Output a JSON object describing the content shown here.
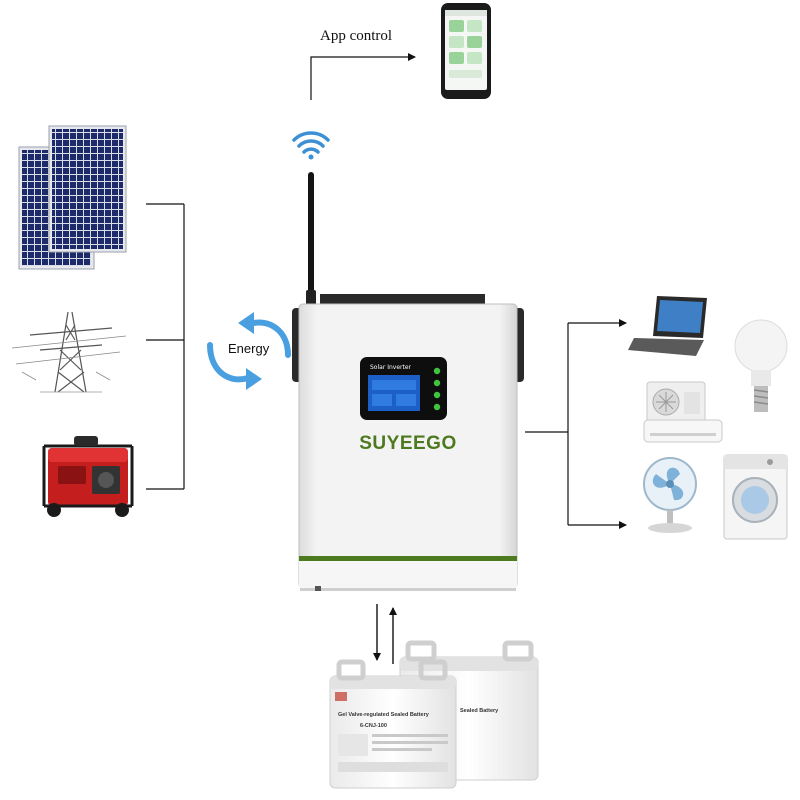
{
  "labels": {
    "app_control": "App control",
    "energy": "Energy",
    "brand": "SUYEEGO",
    "screen_title": "Solar Inverter",
    "battery_label": "Gel Valve-regulated Sealed Battery",
    "battery_model": "6-CNJ-100",
    "battery_label_back": "Sealed Battery"
  },
  "sources": [
    {
      "name": "solar-panels",
      "icon": "solar-panel-icon"
    },
    {
      "name": "power-grid",
      "icon": "transmission-tower-icon"
    },
    {
      "name": "generator",
      "icon": "generator-icon"
    }
  ],
  "loads": [
    {
      "name": "laptop",
      "icon": "laptop-icon"
    },
    {
      "name": "light-bulb",
      "icon": "bulb-icon"
    },
    {
      "name": "air-conditioner",
      "icon": "air-conditioner-icon"
    },
    {
      "name": "fan",
      "icon": "fan-icon"
    },
    {
      "name": "washing-machine",
      "icon": "washing-machine-icon"
    }
  ],
  "colors": {
    "brand_green": "#4d7a1e",
    "wifi_blue": "#3d8fd6",
    "energy_arrow_blue": "#4a9fe0",
    "panel_blue": "#1d2b6b",
    "generator_red": "#c41e1e",
    "indicator_green": "#3ec43e"
  }
}
